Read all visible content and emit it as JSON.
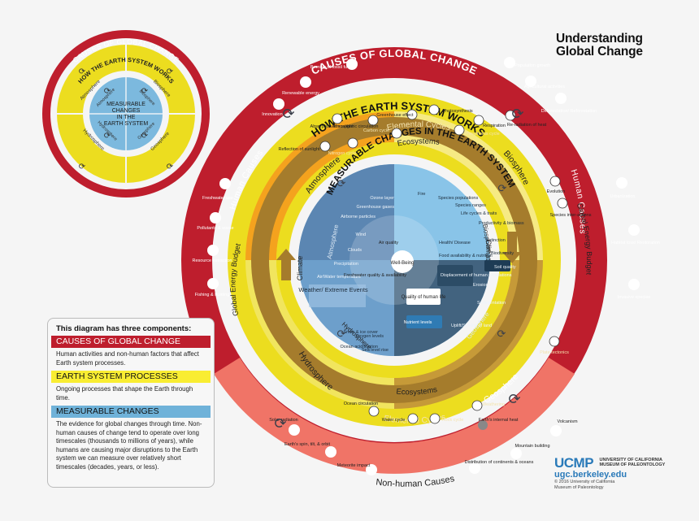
{
  "title": {
    "line1": "Understanding",
    "line2": "Global Change"
  },
  "mini_diagram": {
    "outer_ring": "CAUSES OF GLOBAL CHANGE",
    "middle_ring": "HOW THE EARTH SYSTEM WORKS",
    "middle_quadrants": [
      "Atmosphere",
      "Biosphere",
      "Hydrosphere",
      "Geosphere"
    ],
    "inner_quadrants": [
      "Atmosphere",
      "Biosphere",
      "Hydrosphere",
      "Geosphere"
    ],
    "center_lines": [
      "MEASURABLE",
      "CHANGES",
      "IN THE",
      "EARTH SYSTEM"
    ]
  },
  "legend": {
    "heading": "This diagram has three components:",
    "sections": [
      {
        "label": "CAUSES OF GLOBAL CHANGE",
        "color": "#be1e2d",
        "description": "Human activities and non-human factors that affect Earth system processes."
      },
      {
        "label": "EARTH SYSTEM PROCESSES",
        "color": "#f9ed32",
        "description": "Ongoing processes that shape the Earth through time."
      },
      {
        "label": "MEASURABLE CHANGES",
        "color": "#6fb2d9",
        "description": "The evidence for global changes through time. Non-human causes of change tend to operate over long timescales (thousands to millions of years), while humans are causing major disruptions to the Earth system we can measure over relatively short timescales (decades, years, or less)."
      }
    ]
  },
  "causes_ring": {
    "title": "CAUSES OF GLOBAL CHANGE",
    "human_label": "Human Causes",
    "nonhuman_label": "Non-human Causes",
    "human_items": [
      "Burning of fossil fuels",
      "Renewable energy",
      "Innovation",
      "Population growth",
      "Agricultural activities",
      "Deforestation/ Reforestation",
      "Urbanization",
      "Habitat loss/ Restoration",
      "Invasive species",
      "Freshwater use",
      "Pollutants & waste",
      "Resource extraction",
      "Fishing & hunting"
    ],
    "nonhuman_items": [
      "Solar radiation",
      "Earth's spin, tilt, & orbit",
      "Meteorite impact",
      "Distribution of continents & oceans",
      "Mountain building",
      "Volcanism"
    ]
  },
  "earth_system_ring": {
    "title": "HOW THE EARTH SYSTEM WORKS",
    "spheres": [
      "Atmosphere",
      "Biosphere",
      "Hydrosphere",
      "Geosphere"
    ],
    "global_energy_budget": "Global Energy Budget",
    "climate": "Climate",
    "elemental_cycles": "Elemental Cycles",
    "ecosystems": "Ecosystems",
    "processes": [
      "Absorption of sunlight",
      "Reflection of sunlight",
      "Atmospheric circulation",
      "Greenhouse effect",
      "Photosynthesis",
      "Respiration",
      "Re-radiation of heat",
      "Carbon cycle",
      "Nitrogen cycle",
      "Phosphorus cycle",
      "Evolution",
      "Species inter-actions",
      "Ocean circulation",
      "Water cycle",
      "Rock cycle",
      "Weathering",
      "Earth's internal heat",
      "Plate tectonics"
    ]
  },
  "measurable_changes": {
    "title": "MEASURABLE CHANGES IN THE EARTH SYSTEM",
    "spheres": [
      "Atmosphere",
      "Biosphere",
      "Hydrosphere",
      "Geosphere"
    ],
    "atmosphere_items": [
      "Ozone layer",
      "Greenhouse gases",
      "Airborne particles",
      "Wind",
      "Clouds",
      "Precipitation",
      "Air/Water temperature"
    ],
    "biosphere_items": [
      "Fire",
      "Species populations",
      "Species ranges",
      "Life cycles & traits",
      "Productivity & biomass",
      "Extinction",
      "Biodiversity"
    ],
    "hydrosphere_items": [
      "Snow & ice cover",
      "Ocean acidification",
      "Oxygen levels",
      "Sea level rise",
      "Nutrient levels"
    ],
    "geosphere_items": [
      "Soil quality",
      "Erosion",
      "Sedimentation",
      "Uplift/Sinking of land"
    ],
    "center": {
      "weather": "Weather/ Extreme Events",
      "well_being": "Well-Being",
      "quality": "Quality of human life",
      "air_quality": "Air quality",
      "freshwater": "Freshwater quality & availability",
      "health": "Health/ Disease",
      "food": "Food availability & nutrition",
      "displacement": "Displacement of human populations"
    }
  },
  "footer": {
    "logo": "UCMP",
    "org_line1": "UNIVERSITY OF CALIFORNIA",
    "org_line2": "MUSEUM OF PALEONTOLOGY",
    "url": "ugc.berkeley.edu",
    "copy1": "© 2016 University of California",
    "copy2": "Museum of Paleontology"
  },
  "colors": {
    "human_red": "#be1e2d",
    "nonhuman_salmon": "#f07467",
    "yellow": "#ecdd1f",
    "pale_yellow": "#f6ea83",
    "orange": "#f4a21e",
    "brown": "#a57c2c",
    "light_blue": "#89c4e8",
    "mid_blue": "#6d9fcb",
    "dark_blue": "#42637f",
    "slate": "#7e95ac"
  }
}
